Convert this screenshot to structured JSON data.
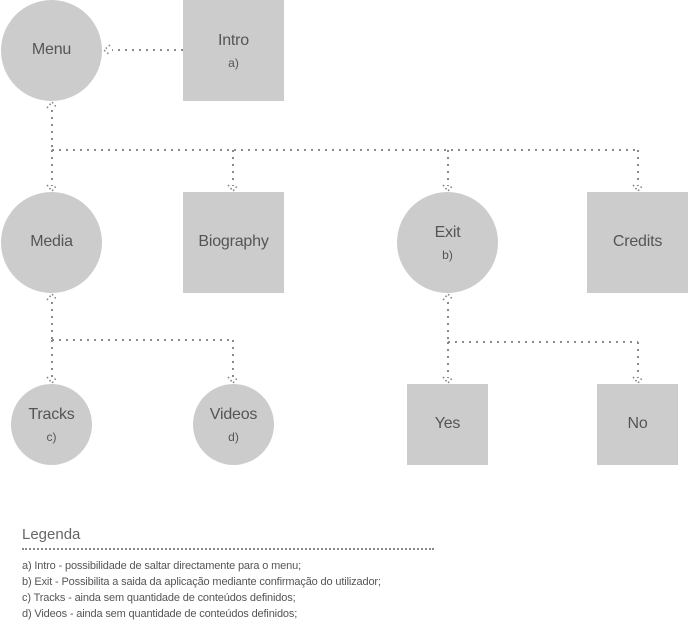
{
  "nodes": {
    "menu": {
      "label": "Menu",
      "note": ""
    },
    "intro": {
      "label": "Intro",
      "note": "a)"
    },
    "media": {
      "label": "Media",
      "note": ""
    },
    "biography": {
      "label": "Biography",
      "note": ""
    },
    "exit": {
      "label": "Exit",
      "note": "b)"
    },
    "credits": {
      "label": "Credits",
      "note": ""
    },
    "tracks": {
      "label": "Tracks",
      "note": "c)"
    },
    "videos": {
      "label": "Videos",
      "note": "d)"
    },
    "yes": {
      "label": "Yes",
      "note": ""
    },
    "no": {
      "label": "No",
      "note": ""
    }
  },
  "edges": [
    {
      "from": "intro",
      "to": "menu"
    },
    {
      "from": "menu",
      "to": "media"
    },
    {
      "from": "menu",
      "to": "biography"
    },
    {
      "from": "menu",
      "to": "exit"
    },
    {
      "from": "menu",
      "to": "credits"
    },
    {
      "from": "media",
      "to": "tracks"
    },
    {
      "from": "media",
      "to": "videos"
    },
    {
      "from": "exit",
      "to": "yes"
    },
    {
      "from": "exit",
      "to": "no"
    }
  ],
  "legend": {
    "title": "Legenda",
    "items": [
      "a) Intro - possibilidade de saltar directamente para o menu;",
      "b) Exit - Possibilita a saida da aplicação mediante confirmação do utilizador;",
      "c) Tracks - ainda sem quantidade de conteúdos definidos;",
      "d) Videos - ainda sem quantidade de conteúdos definidos;"
    ]
  },
  "colors": {
    "node_fill": "#cccccc",
    "text": "#555555",
    "connector": "#8a8a8a"
  }
}
